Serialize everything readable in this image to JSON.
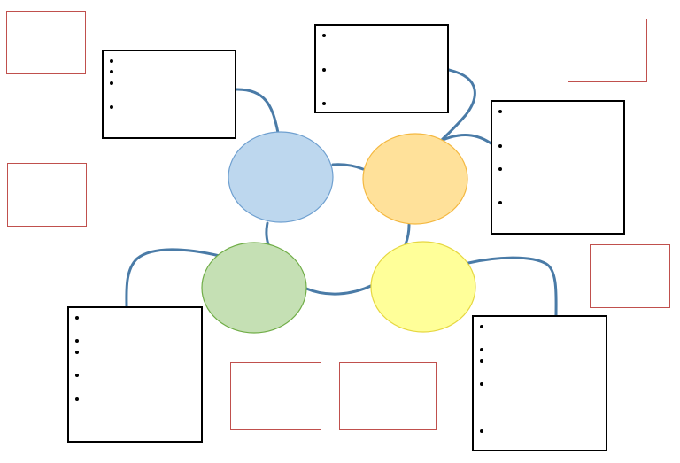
{
  "diagram": {
    "colors": {
      "connector": "#4a7ba7",
      "note_border": "#000000",
      "placeholder_border": "#c0504d",
      "blue_fill": "#bdd7ee",
      "blue_stroke": "#6fa0d0",
      "orange_fill": "#ffe19a",
      "orange_stroke": "#f4b840",
      "green_fill": "#c5e0b4",
      "green_stroke": "#70ad47",
      "yellow_fill": "#ffff99",
      "yellow_stroke": "#e6d740"
    },
    "circles": [
      {
        "id": "blue",
        "text": ""
      },
      {
        "id": "orange",
        "text": ""
      },
      {
        "id": "green",
        "text": ""
      },
      {
        "id": "yellow",
        "text": ""
      }
    ],
    "note_boxes": [
      {
        "id": "top-left",
        "bullets": 4
      },
      {
        "id": "top-center",
        "bullets": 3
      },
      {
        "id": "right",
        "bullets": 4
      },
      {
        "id": "bottom-left",
        "bullets": 5
      },
      {
        "id": "bottom-right",
        "bullets": 5
      }
    ],
    "placeholder_boxes": 6
  }
}
